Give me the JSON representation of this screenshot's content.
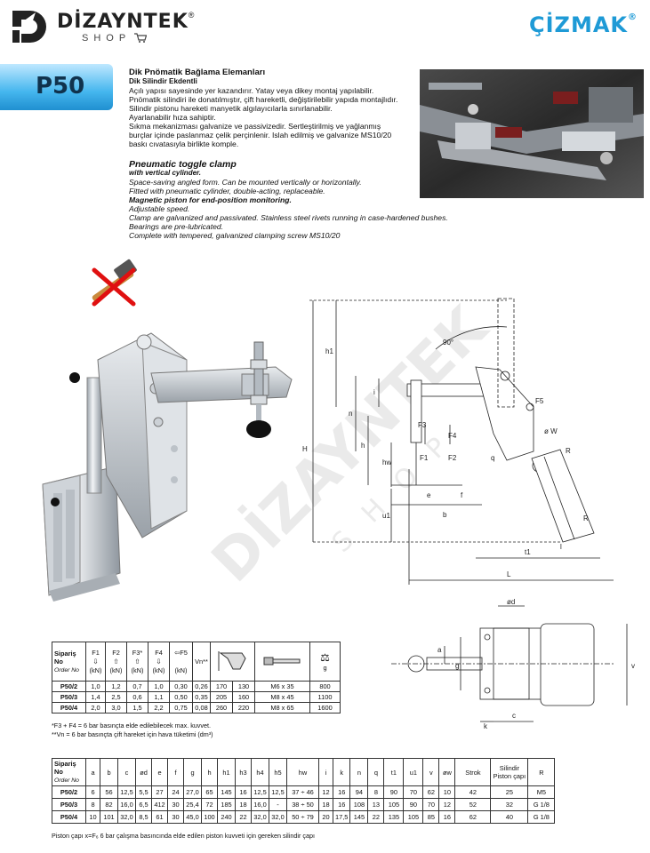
{
  "brand": {
    "name": "DİZAYNTEK",
    "reg": "®",
    "shop": "SHOP",
    "right_brand": "ÇİZMAK",
    "right_reg": "®",
    "watermark_name": "DİZAYNTEK",
    "watermark_shop": "SHOP"
  },
  "product": {
    "code": "P50",
    "title_tr": "Dik Pnömatik Bağlama Elemanları",
    "subtitle_tr": "Dik Silindir Ekdentli",
    "lines_tr": [
      "Açılı yapısı sayesinde yer kazandırır. Yatay veya dikey montaj yapılabilir.",
      "Pnömatik silindiri ile donatılmıştır, çift hareketli, değiştirilebilir yapıda montajlıdır.",
      "Silindir pistonu hareketi manyetik algılayıcılarla sınırlanabilir.",
      "Ayarlanabilir hıza sahiptir.",
      "Sıkma mekanizması galvanize ve passivizedir. Sertleştirilmiş ve yağlanmış",
      "burçlar içinde paslanmaz çelik perçinlenir. Islah edilmiş ve galvanize MS10/20",
      "baskı cıvatasıyla birlikte komple."
    ],
    "title_en": "Pneumatic toggle clamp",
    "subtitle_en": "with vertical cylinder.",
    "lines_en": [
      "Space-saving angled form. Can be mounted vertically or horizontally.",
      "Fitted with pneumatic cylinder, double-acting, replaceable."
    ],
    "bold_en": "Magnetic piston for end-position monitoring.",
    "lines_en2": [
      "Adjustable speed.",
      "Clamp are galvanized and passivated. Stainless steel rivets running in case-hardened bushes.",
      "Bearings are pre-lubricated.",
      "Complete with tempered, galvanized clamping screw MS10/20"
    ]
  },
  "drawing_labels": {
    "angle": "90°",
    "h1": "h1",
    "i": "i",
    "n": "n",
    "h": "h",
    "H": "H",
    "hw": "hw",
    "u1": "u1",
    "F3": "F3",
    "F4": "F4",
    "F1": "F1",
    "F2": "F2",
    "F5": "F5",
    "q": "q",
    "oW": "ø W",
    "R1": "R",
    "R2": "R",
    "e": "e",
    "f": "f",
    "b": "b",
    "t1": "t1",
    "l": "l",
    "L": "L",
    "od": "ød",
    "a": "a",
    "g": "g",
    "v": "v",
    "k": "k",
    "c": "c"
  },
  "table1": {
    "order_label": "Sipariş No",
    "order_label_en": "Order No",
    "f1": "F1",
    "f2": "F2",
    "f3": "F3*",
    "f4": "F4",
    "f5": "F5",
    "unit": "(kN)",
    "vn": "Vn**",
    "g": "g",
    "rows": [
      [
        "P50/2",
        "1,0",
        "1,2",
        "0,7",
        "1,0",
        "0,30",
        "0,26",
        "170",
        "130",
        "M6 x 35",
        "800"
      ],
      [
        "P50/3",
        "1,4",
        "2,5",
        "0,6",
        "1,1",
        "0,50",
        "0,35",
        "205",
        "160",
        "M8 x 45",
        "1100"
      ],
      [
        "P50/4",
        "2,0",
        "3,0",
        "1,5",
        "2,2",
        "0,75",
        "0,08",
        "260",
        "220",
        "M8 x 65",
        "1600"
      ]
    ],
    "note1": "*F3 + F4  = 6 bar basınçta elde edilebilecek max. kuvvet.",
    "note2": "**Vn = 6 bar basınçta çift hareket için hava tüketimi (dm³)"
  },
  "table2": {
    "order_label": "Sipariş No",
    "order_label_en": "Order No",
    "headers": [
      "a",
      "b",
      "c",
      "ød",
      "e",
      "f",
      "g",
      "h",
      "h1",
      "h3",
      "h4",
      "h5",
      "hw",
      "i",
      "k",
      "n",
      "q",
      "t1",
      "u1",
      "v",
      "øw",
      "Strok",
      "Silindir Piston çapı",
      "R"
    ],
    "rows": [
      [
        "P50/2",
        "6",
        "56",
        "12,5",
        "5,5",
        "27",
        "24",
        "27,0",
        "65",
        "145",
        "16",
        "12,5",
        "12,5",
        "37 ÷ 46",
        "12",
        "16",
        "94",
        "8",
        "90",
        "70",
        "62",
        "10",
        "42",
        "25",
        "M5"
      ],
      [
        "P50/3",
        "8",
        "82",
        "16,0",
        "6,5",
        "412",
        "30",
        "25,4",
        "72",
        "185",
        "18",
        "16,0",
        "-",
        "38 ÷ 50",
        "18",
        "16",
        "108",
        "13",
        "105",
        "90",
        "70",
        "12",
        "52",
        "32",
        "G 1/8"
      ],
      [
        "P50/4",
        "10",
        "101",
        "32,0",
        "8,5",
        "61",
        "30",
        "45,0",
        "100",
        "240",
        "22",
        "32,0",
        "32,0",
        "50 ÷ 79",
        "20",
        "17,5",
        "145",
        "22",
        "135",
        "105",
        "85",
        "16",
        "62",
        "40",
        "G 1/8"
      ]
    ],
    "footnote": "Piston çapı x=F₆ 6 bar çalışma basıncında elde edilen piston kuvveti için gereken silindir çapı"
  }
}
